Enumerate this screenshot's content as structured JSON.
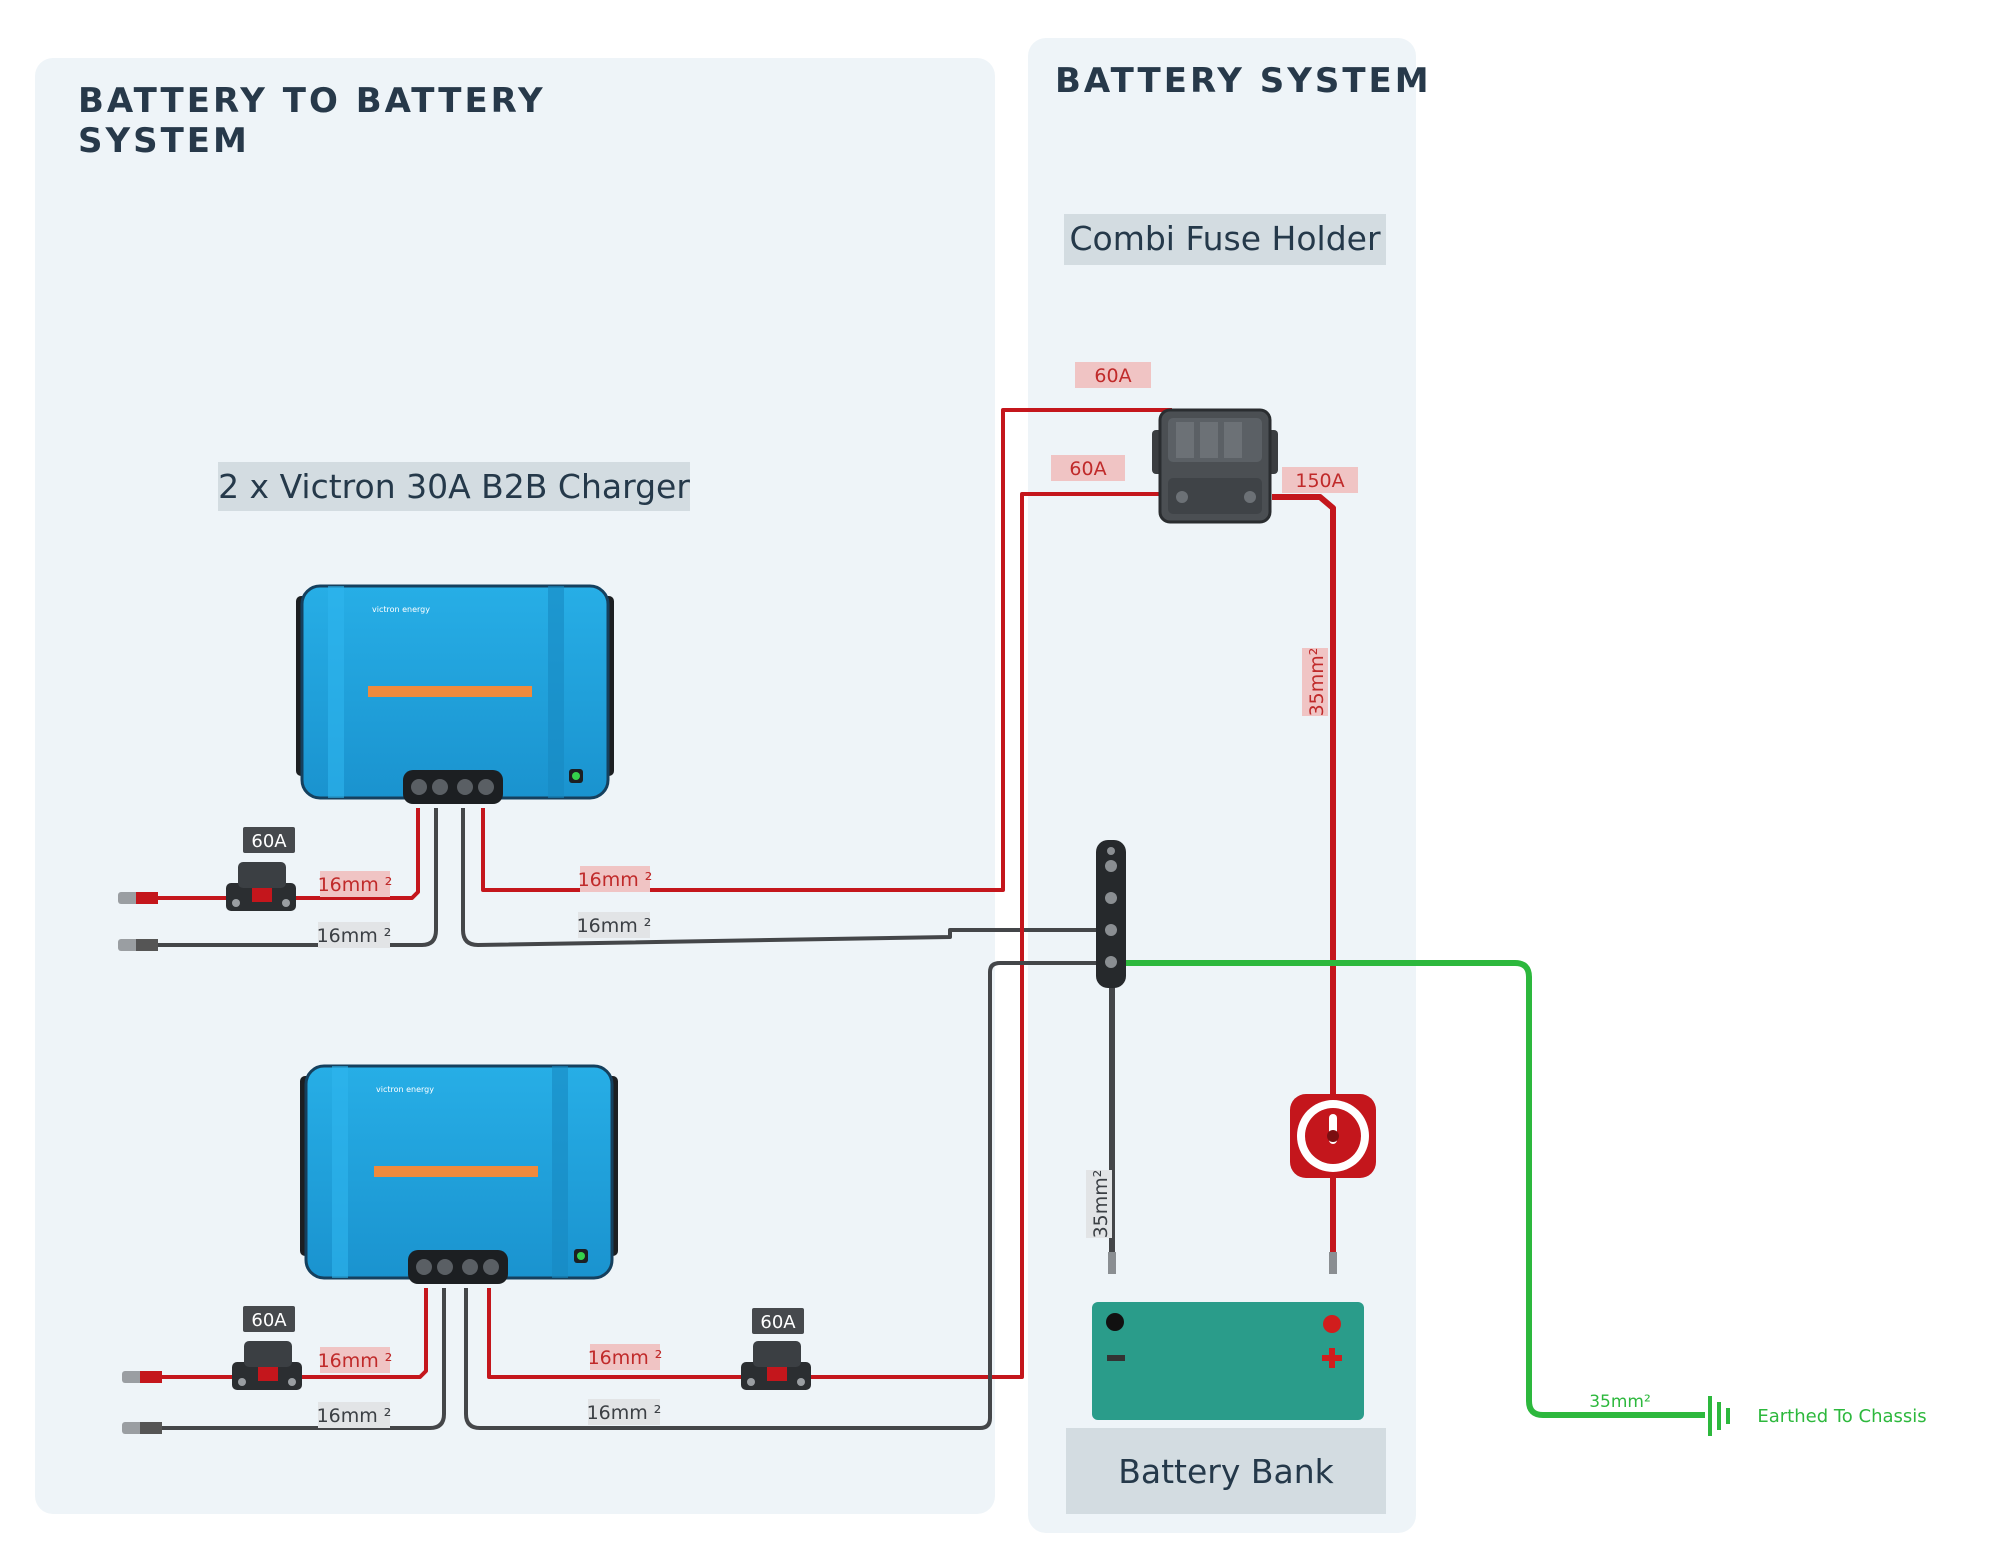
{
  "panels": {
    "left_heading_line1": "BATTERY TO BATTERY",
    "left_heading_line2": "SYSTEM",
    "right_heading": "BATTERY SYSTEM"
  },
  "captions": {
    "charger": "2 x Victron 30A B2B Charger",
    "fuse_holder": "Combi Fuse Holder",
    "battery_bank": "Battery Bank",
    "earth": "Earthed To Chassis"
  },
  "chargers": {
    "brand": "victron energy"
  },
  "labels": {
    "fuse_60a_top": "60A",
    "fuse_60a_mid": "60A",
    "fuse_150a": "150A",
    "cable_35_right": "35mm²",
    "cable_35_busbar": "35mm²",
    "cable_35_green": "35mm²",
    "c1_fuse": "60A",
    "c1_red_in": "16mm ²",
    "c1_black_in": "16mm ²",
    "c1_red_out": "16mm ²",
    "c1_black_out": "16mm ²",
    "c2_fuse_in": "60A",
    "c2_fuse_out": "60A",
    "c2_red_in": "16mm ²",
    "c2_black_in": "16mm ²",
    "c2_red_out": "16mm ²",
    "c2_black_out": "16mm ²"
  },
  "colors": {
    "panel_bg": "#eef4f8",
    "caption_bg": "#d3dce1",
    "charger_blue": "#1fa3df",
    "charger_stripe": "#f08a3c",
    "wire_positive": "#c4161c",
    "wire_negative": "#444649",
    "wire_earth": "#2db83d",
    "battery": "#2a9c8a"
  }
}
